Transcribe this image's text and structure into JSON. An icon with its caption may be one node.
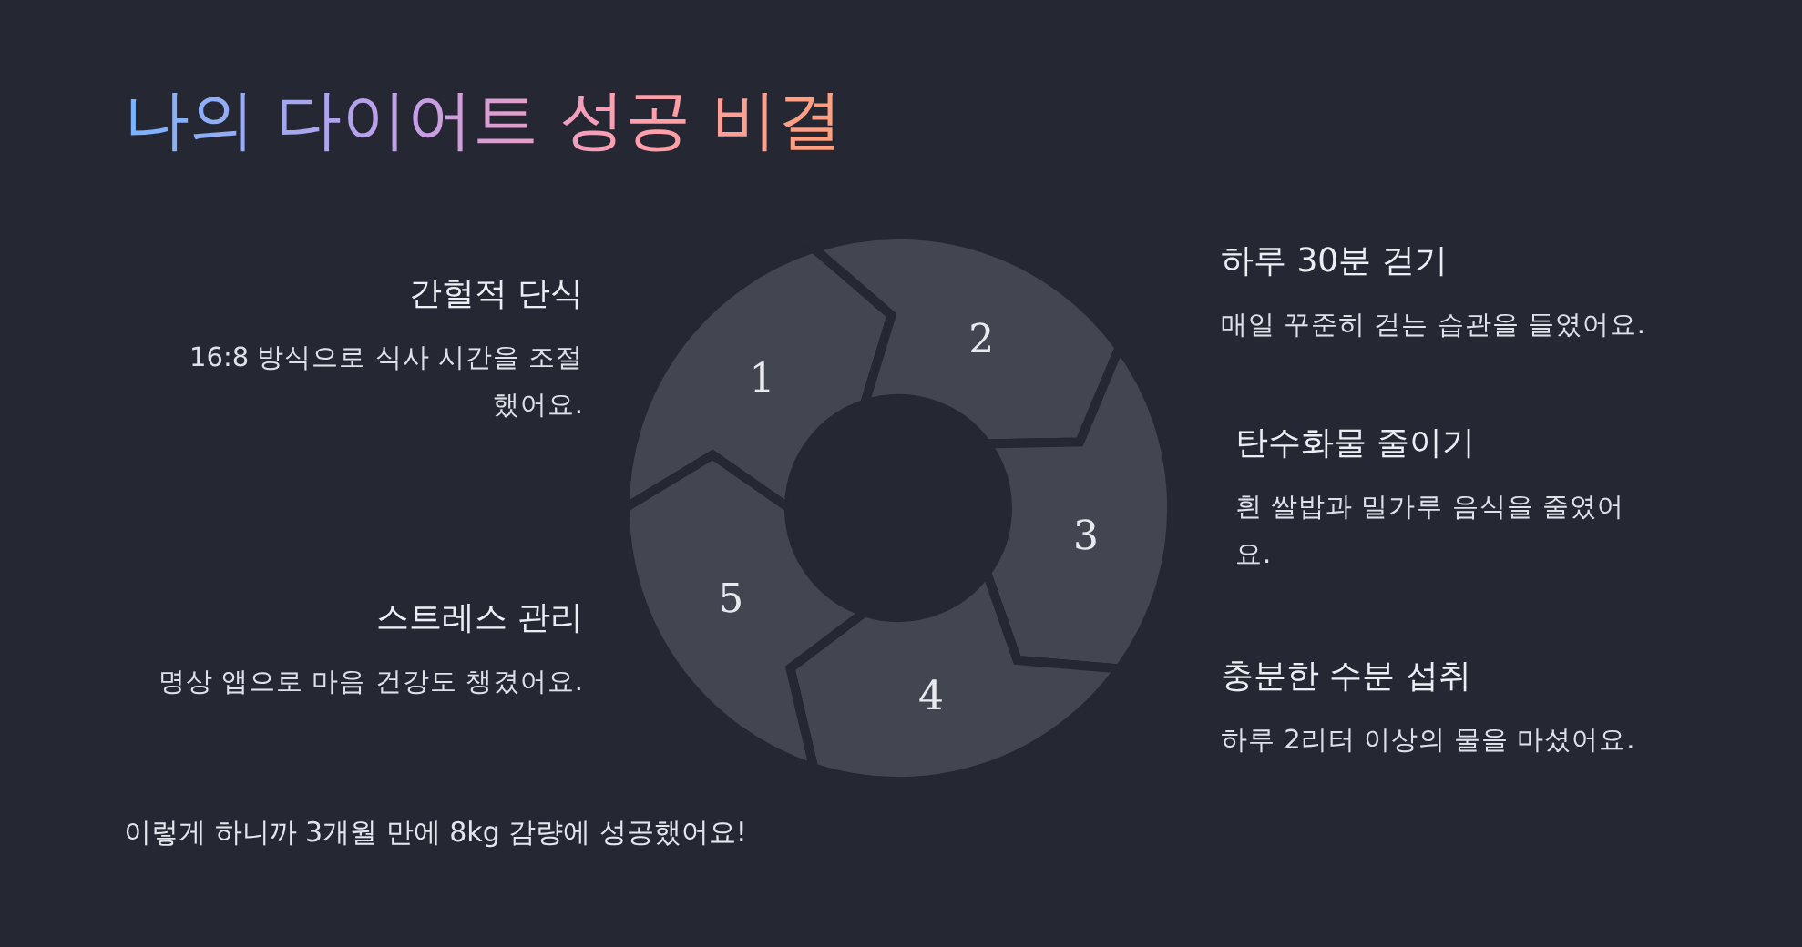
{
  "diagram": {
    "title": "나의 다이어트 성공 비결",
    "nodes": [
      {
        "text": [
          "1"
        ],
        "beside": [
          "간헐적 단식",
          "16:8 방식으로 식사 시간을 조절했어요."
        ]
      },
      {
        "text": [
          "2"
        ],
        "beside": [
          "하루 30분 걷기",
          "매일 꾸준히 걷는 습관을 들였어요."
        ]
      },
      {
        "text": [
          "3"
        ],
        "beside": [
          "탄수화물 줄이기",
          "흰 쌀밥과 밀가루 음식을 줄였어요."
        ]
      },
      {
        "text": [
          "4"
        ],
        "beside": [
          "충분한 수분 섭취",
          "하루 2리터 이상의 물을 마셨어요."
        ]
      },
      {
        "text": [
          "5"
        ],
        "beside": [
          "스트레스 관리",
          "명상 앱으로 마음 건강도 챙겼어요."
        ]
      }
    ],
    "labels": [
      "이렇게 하니까 3개월 만에 8kg 감량에 성공했어요!"
    ]
  }
}
